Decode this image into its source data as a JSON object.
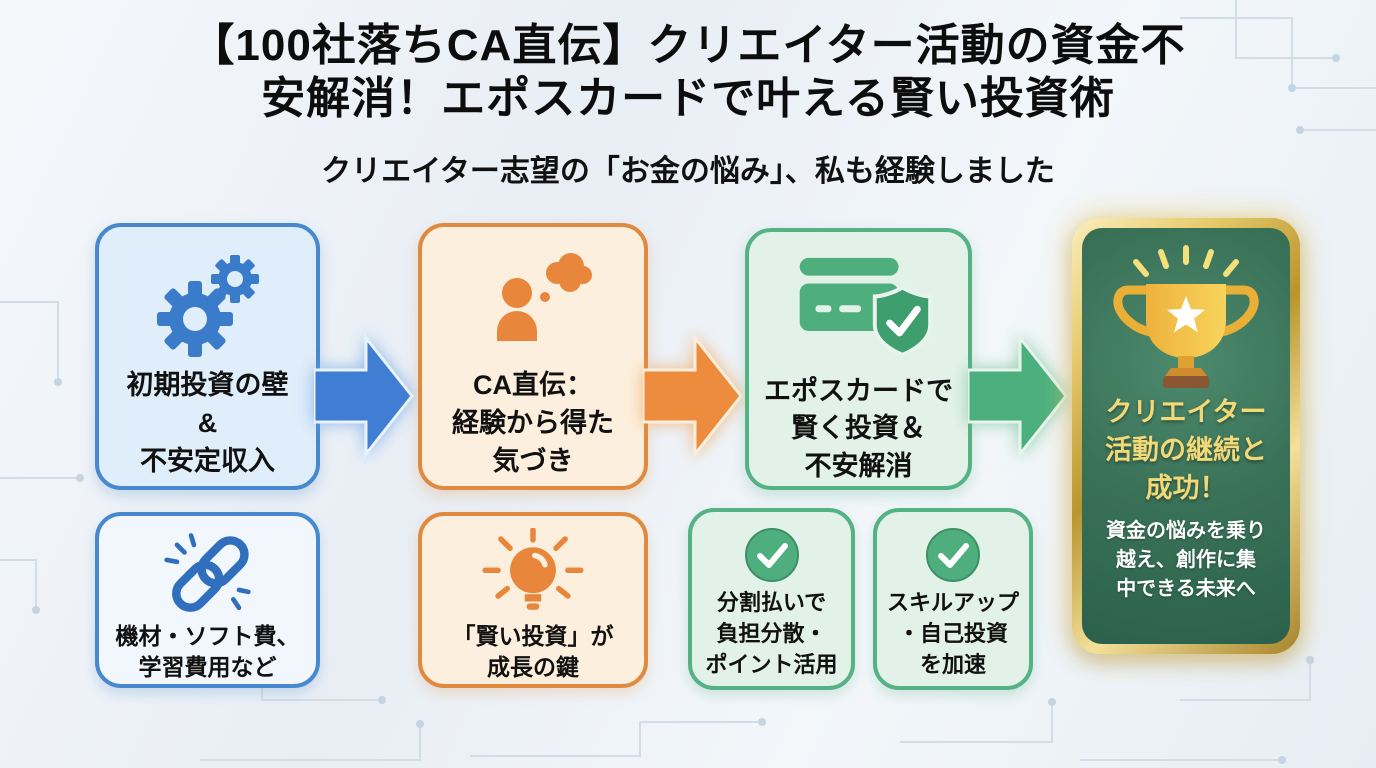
{
  "header": {
    "title_line1": "【100社落ちCA直伝】クリエイター活動の資金不",
    "title_line2": "安解消！エポスカードで叶える賢い投資術",
    "subtitle": "クリエイター志望の「お金の悩み」、私も経験しました"
  },
  "flow": {
    "step1": {
      "label": "初期投資の壁\n&\n不安定収入",
      "icon": "gears-icon",
      "accent": "#4788cf",
      "bg": "#e0edfa"
    },
    "step2": {
      "label": "CA直伝：\n経験から得た\n気づき",
      "icon": "person-thought-icon",
      "accent": "#df8a40",
      "bg": "#fcefdd"
    },
    "step3": {
      "label": "エポスカードで\n賢く投資＆\n不安解消",
      "icon": "card-shield-icon",
      "accent": "#55b285",
      "bg": "#e3f2e9"
    },
    "goal": {
      "heading": "クリエイター\n活動の継続と\n成功！",
      "body": "資金の悩みを乗り\n越え、創作に集\n中できる未来へ",
      "icon": "trophy-icon",
      "border": "#d4af37",
      "bg": "#2b614c",
      "heading_color": "#f2d877",
      "body_color": "#ffffff"
    }
  },
  "arrows": {
    "arrow1_color": "#3f7ed3",
    "arrow2_color": "#ec8c3c",
    "arrow3_color": "#4cb07e"
  },
  "notes": {
    "note1": {
      "label": "機材・ソフト費、\n学習費用など",
      "icon": "chain-link-icon",
      "accent": "#4788cf"
    },
    "note2": {
      "label": "「賢い投資」が\n成長の鍵",
      "icon": "lightbulb-icon",
      "accent": "#df8a40"
    },
    "note3": {
      "label": "分割払いで\n負担分散・\nポイント活用",
      "icon": "check-circle-icon",
      "accent": "#4fae7e"
    },
    "note4": {
      "label": "スキルアップ\n・自己投資\nを加速",
      "icon": "check-circle-icon",
      "accent": "#4fae7e"
    }
  }
}
